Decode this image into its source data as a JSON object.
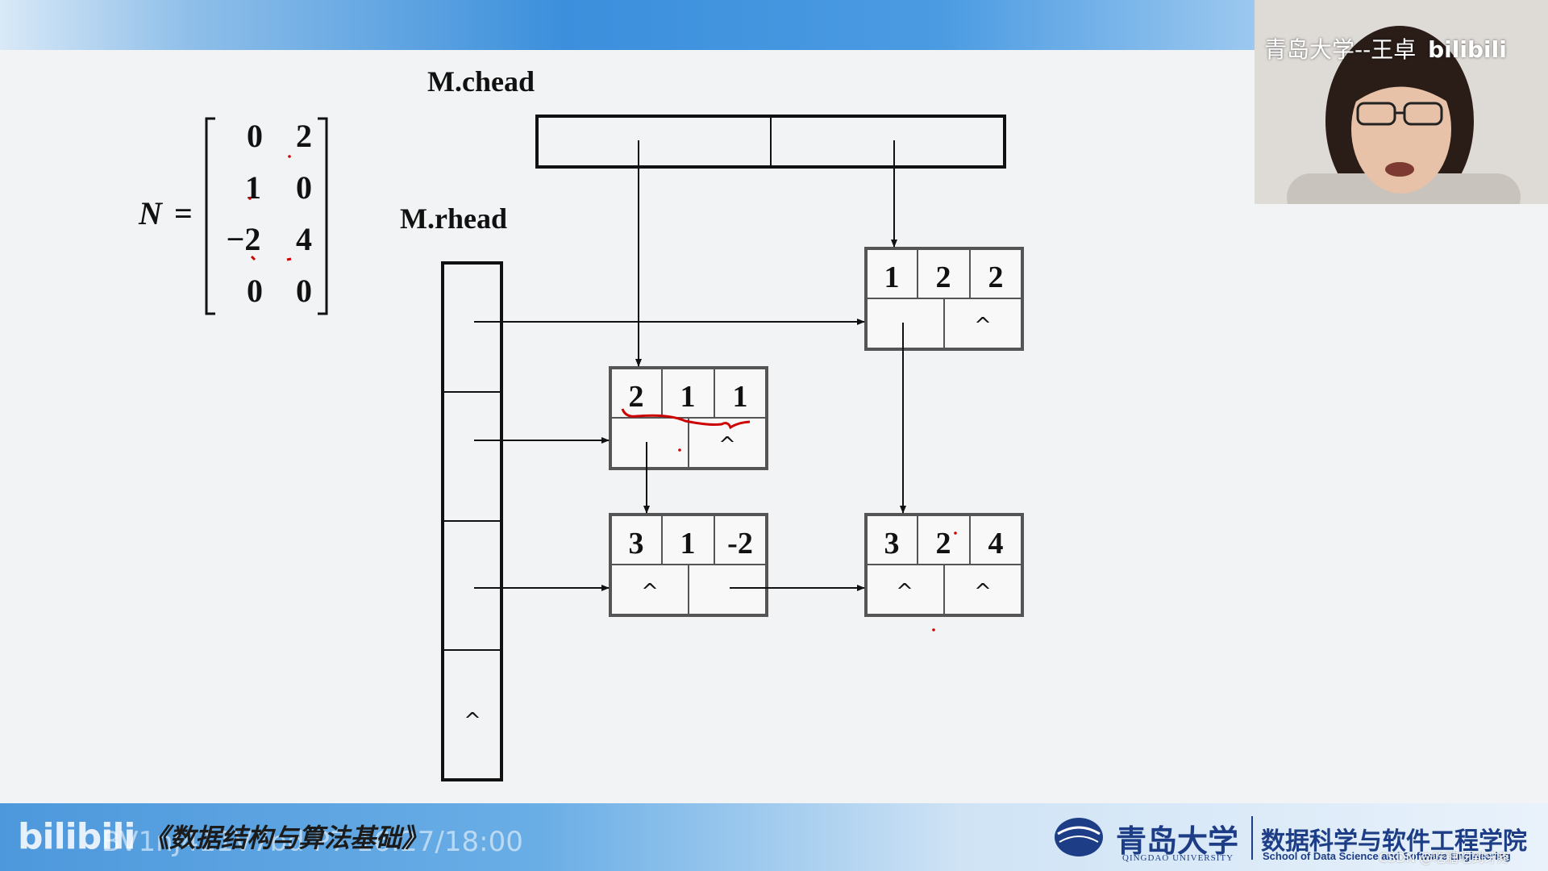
{
  "video": {
    "top_bar_color": "#3b8fdc",
    "webcam_caption": "青岛大学--王卓",
    "webcam_logo": "bilibili",
    "bottom_logo": "bilibili",
    "bv_code": "BV1nJ411V7bd P7 16:27/18:00",
    "course_title": "《数据结构与算法基础》",
    "university_name": "青岛大学",
    "university_sub": "QINGDAO UNIVERSITY",
    "school_name": "数据科学与软件工程学院",
    "school_sub": "School of Data Science and Software Engineering",
    "csdn_watermark": "CSDN @吃糖吃到牙疼"
  },
  "slide": {
    "matrix_name": "N",
    "matrix_rows": [
      [
        "0",
        "2"
      ],
      [
        "1",
        "0"
      ],
      [
        "−2",
        "4"
      ],
      [
        "0",
        "0"
      ]
    ],
    "chead_label": "M.chead",
    "rhead_label": "M.rhead",
    "null_symbol": "^",
    "nodes": [
      {
        "i": "1",
        "j": "2",
        "e": "2"
      },
      {
        "i": "2",
        "j": "1",
        "e": "1"
      },
      {
        "i": "3",
        "j": "1",
        "e": "-2"
      },
      {
        "i": "3",
        "j": "2",
        "e": "4"
      }
    ],
    "annotation_color": "#cc0000"
  }
}
